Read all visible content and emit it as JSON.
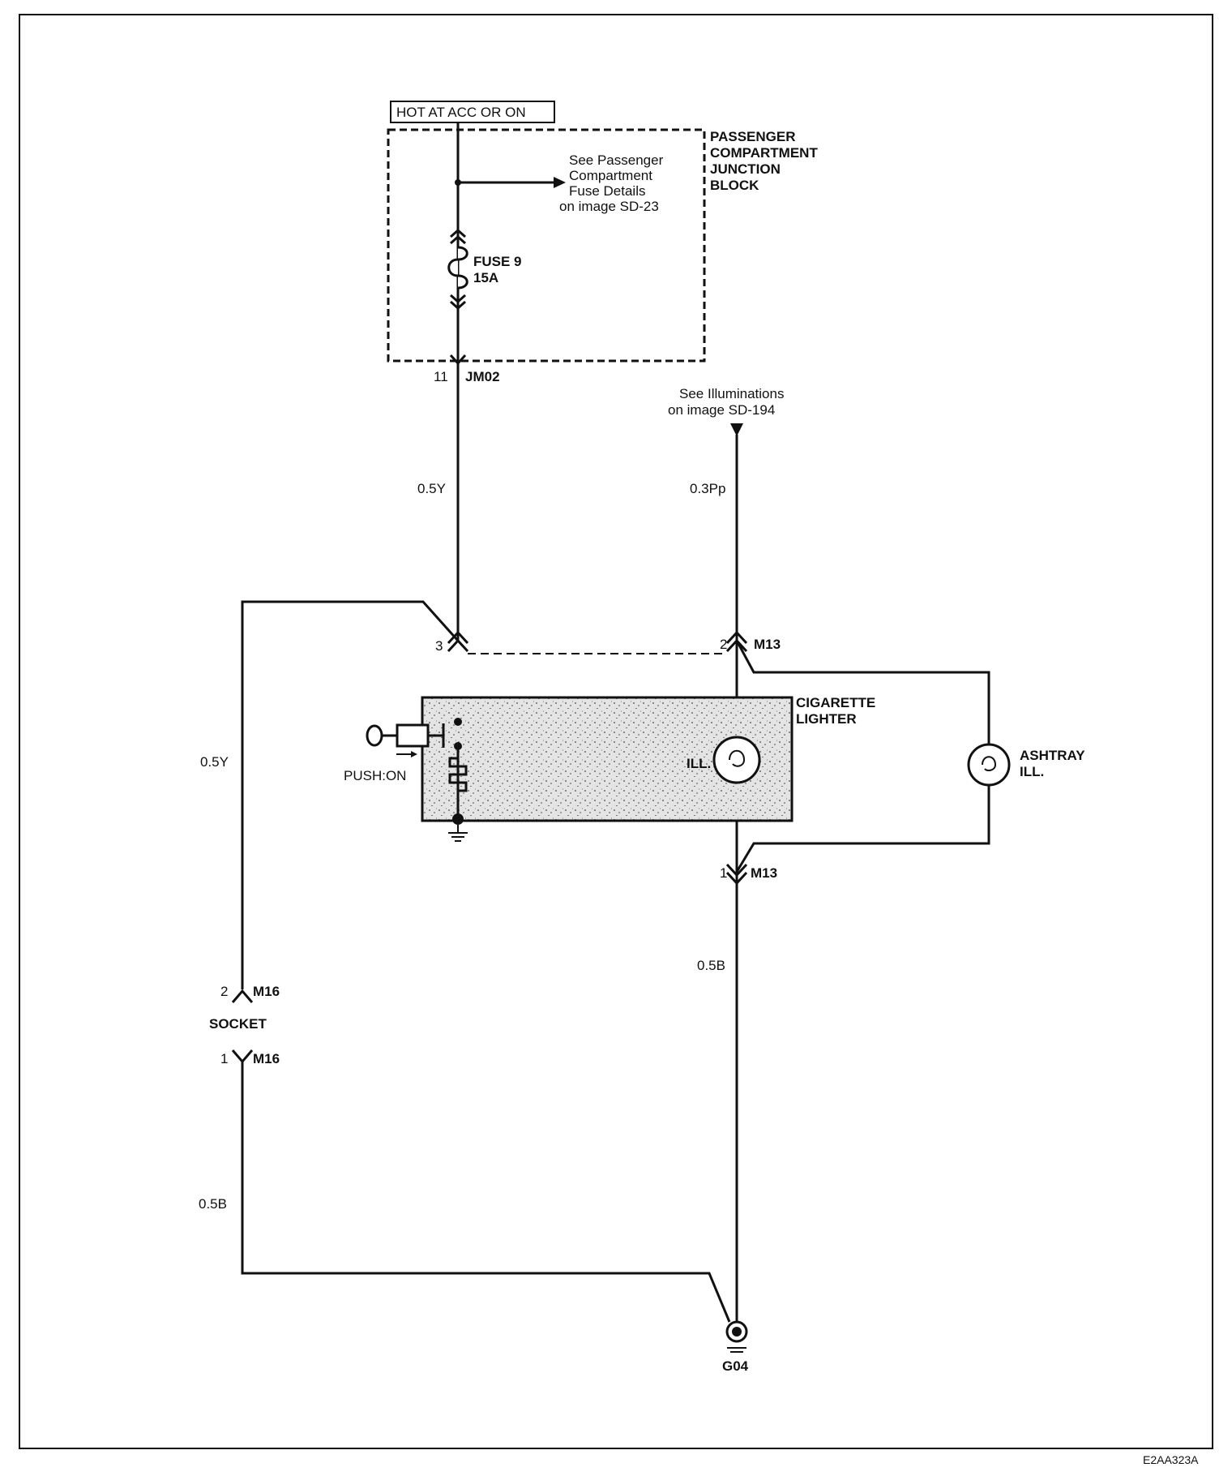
{
  "power": {
    "hot_label": "HOT AT ACC OR ON"
  },
  "junction_block": {
    "title_lines": [
      "PASSENGER",
      "COMPARTMENT",
      "JUNCTION",
      "BLOCK"
    ],
    "see_lines": [
      "See Passenger",
      "Compartment",
      "Fuse Details",
      "on image SD-23"
    ],
    "fuse_name": "FUSE 9",
    "fuse_rating": "15A"
  },
  "connectors": {
    "jm02": {
      "pin": "11",
      "name": "JM02"
    },
    "m13_top": {
      "pin": "2",
      "name": "M13"
    },
    "m13_bottom": {
      "pin": "1",
      "name": "M13"
    },
    "left_branch_pin": "3",
    "m16_top": {
      "pin": "2",
      "name": "M16"
    },
    "m16_bottom": {
      "pin": "1",
      "name": "M16"
    }
  },
  "illumination_ref": {
    "lines": [
      "See Illuminations",
      "on image SD-194"
    ]
  },
  "wires": {
    "feed": "0.5Y",
    "illum": "0.3Pp",
    "socket_feed": "0.5Y",
    "lighter_ground": "0.5B",
    "socket_ground": "0.5B"
  },
  "components": {
    "cigarette_lighter": [
      "CIGARETTE",
      "LIGHTER"
    ],
    "lighter_ill": "ILL.",
    "push_label": "PUSH:ON",
    "ashtray": [
      "ASHTRAY",
      "ILL."
    ],
    "socket": "SOCKET"
  },
  "ground": {
    "name": "G04"
  },
  "figure_code": "E2AA323A"
}
